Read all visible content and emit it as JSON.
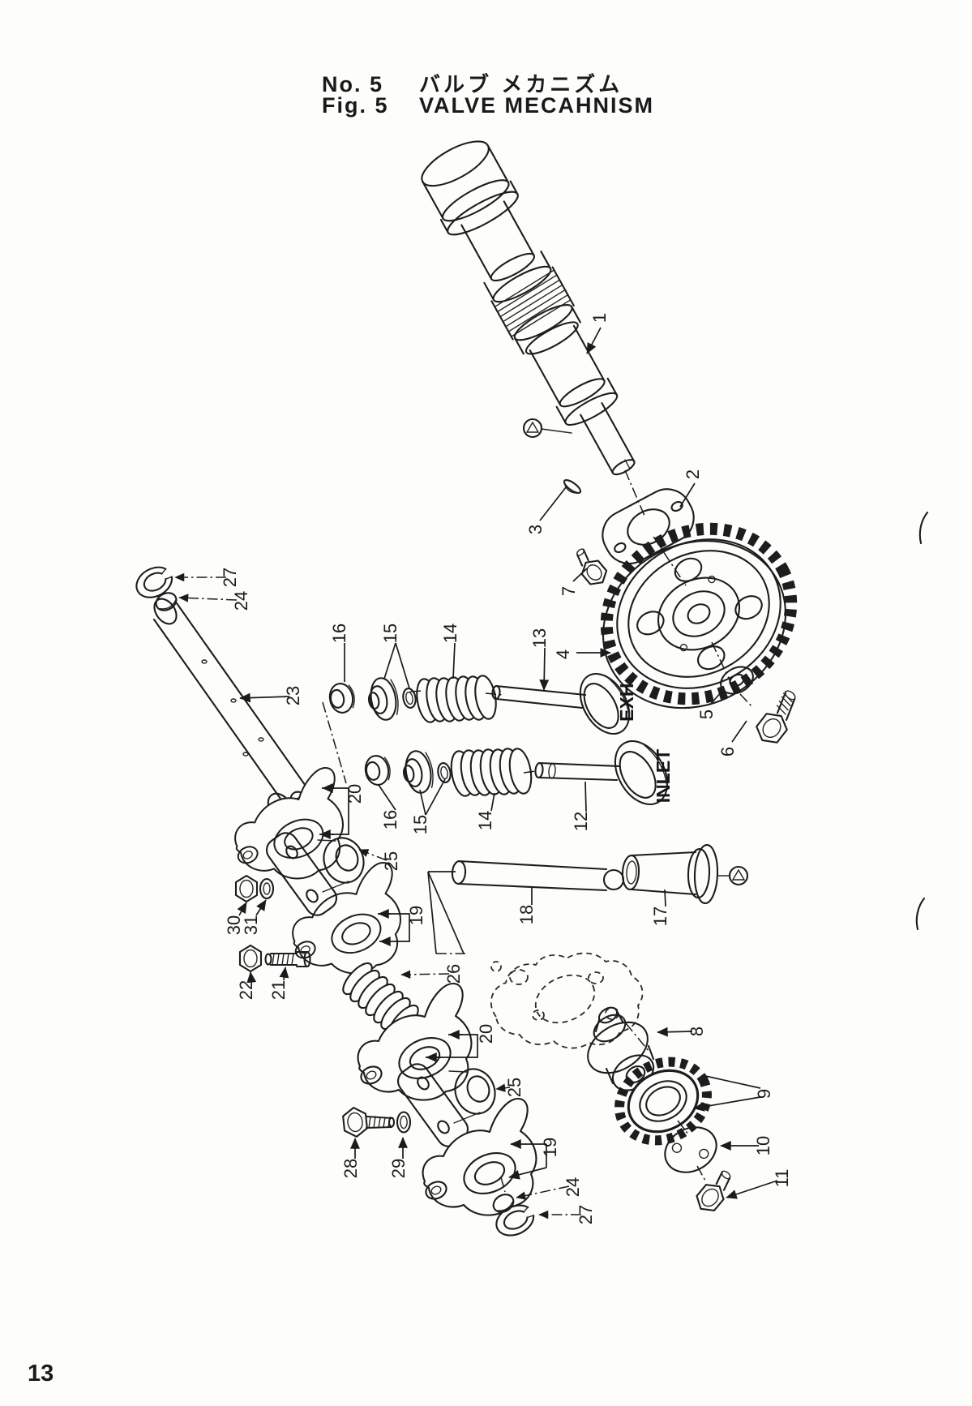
{
  "title": {
    "no_label": "No. 5",
    "jp_title": "バルブ  メカニズム",
    "fig_label": "Fig. 5",
    "en_title": "VALVE MECAHNISM"
  },
  "page_number": "13",
  "flow_labels": {
    "exhaust": "EXH.",
    "inlet": "INLET"
  },
  "callouts": {
    "c1": "1",
    "c2": "2",
    "c3": "3",
    "c4": "4",
    "c5": "5",
    "c6": "6",
    "c7": "7",
    "c8": "8",
    "c9": "9",
    "c10": "10",
    "c11": "11",
    "c12": "12",
    "c13": "13",
    "c14": "14",
    "c15": "15",
    "c16": "16",
    "c17": "17",
    "c18": "18",
    "c19": "19",
    "c20": "20",
    "c21": "21",
    "c22": "22",
    "c23": "23",
    "c24": "24",
    "c25": "25",
    "c26": "26",
    "c27": "27",
    "c28": "28",
    "c29": "29",
    "c30": "30",
    "c31": "31"
  }
}
